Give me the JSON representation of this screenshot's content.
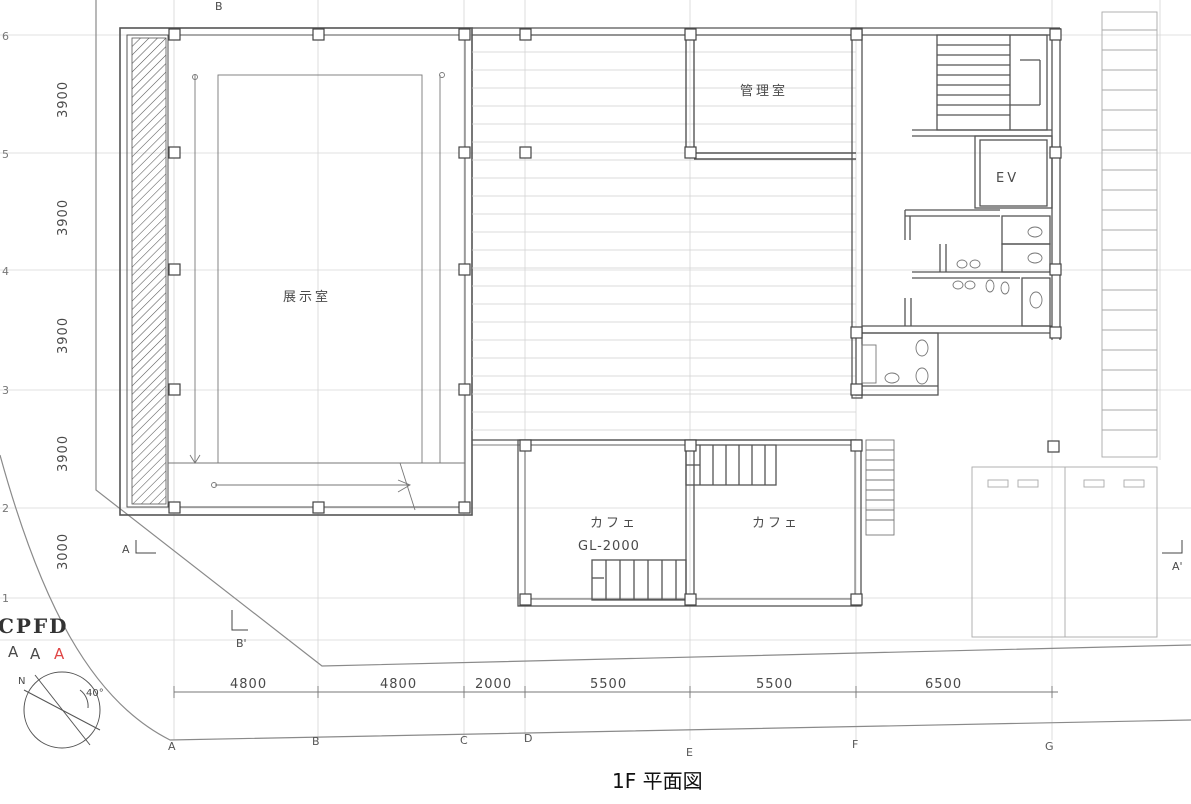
{
  "caption": "1F 平面図",
  "rooms": {
    "exhibition": "展示室",
    "office": "管理室",
    "elevator": "EV",
    "cafe_left": "カフェ",
    "cafe_left_level": "GL-2000",
    "cafe_right": "カフェ"
  },
  "grid_letters": [
    "A",
    "B",
    "C",
    "D",
    "E",
    "F",
    "G"
  ],
  "grid_numbers": [
    "6",
    "5",
    "4",
    "3",
    "2",
    "1"
  ],
  "dims_horizontal": [
    "4800",
    "4800",
    "2000",
    "5500",
    "5500",
    "6500"
  ],
  "dims_vertical": [
    "3900",
    "3900",
    "3900",
    "3900",
    "3000"
  ],
  "section_marks": {
    "a_left": "A",
    "a_right": "A'",
    "b_bottom": "B'",
    "b_top": "B"
  },
  "brand": {
    "text": "CPFD",
    "sub1": "A",
    "sub2": "A",
    "sub3": "A",
    "sub3_color": "#e04545"
  },
  "compass": {
    "north": "N",
    "angle": "40°"
  }
}
